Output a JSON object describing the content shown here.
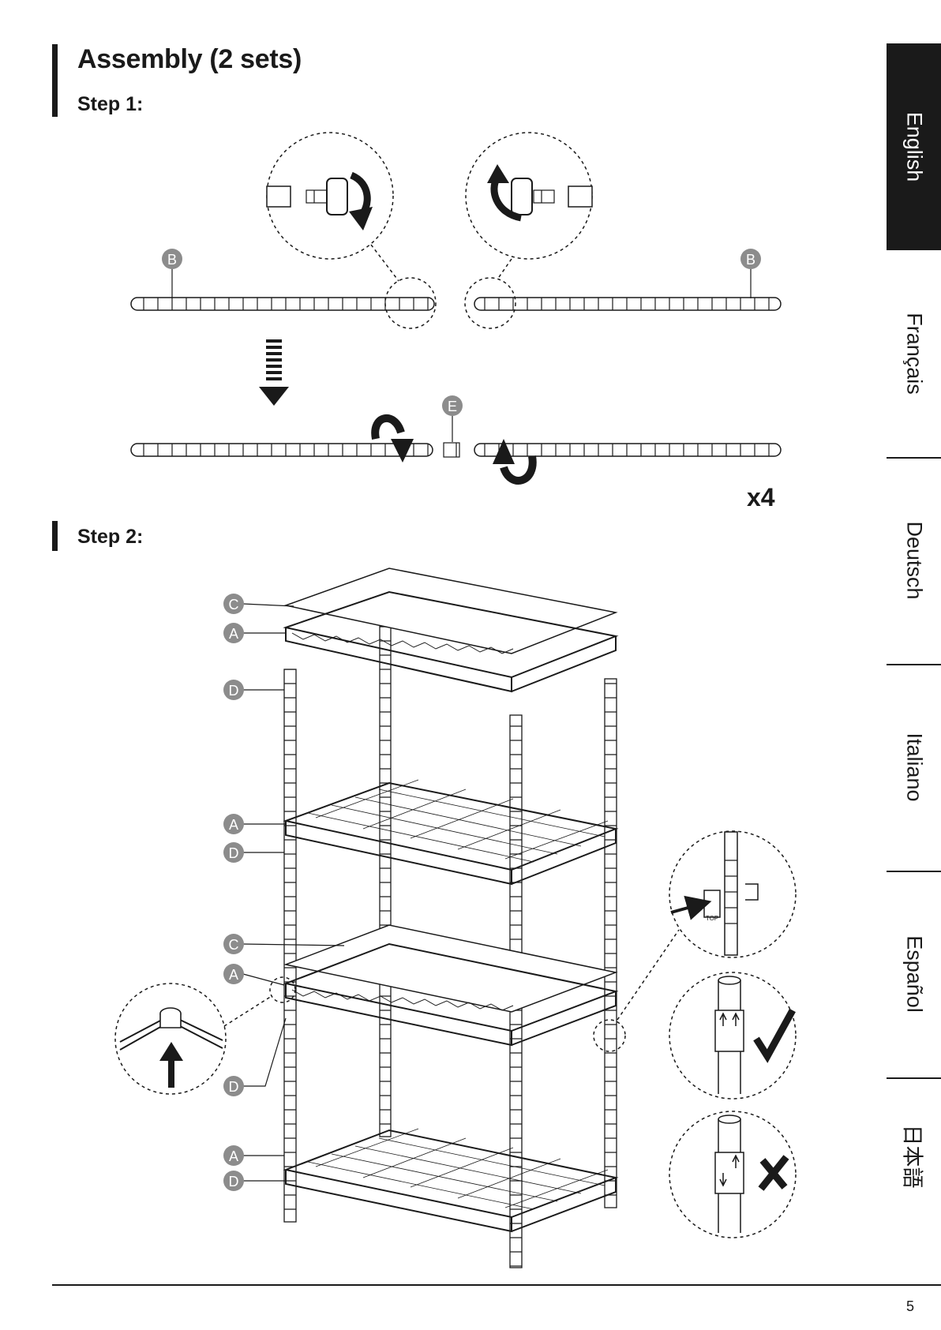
{
  "page": {
    "title": "Assembly (2 sets)",
    "step1_label": "Step 1:",
    "step2_label": "Step 2:",
    "quantity": "x4",
    "page_number": "5"
  },
  "languages": [
    {
      "label": "English",
      "active": true
    },
    {
      "label": "Français",
      "active": false
    },
    {
      "label": "Deutsch",
      "active": false
    },
    {
      "label": "Italiano",
      "active": false
    },
    {
      "label": "Español",
      "active": false
    },
    {
      "label": "日本語",
      "active": false
    }
  ],
  "parts": {
    "A": "A",
    "B": "B",
    "C": "C",
    "D": "D",
    "E": "E"
  },
  "clip_text": "TOP",
  "colors": {
    "ink": "#1a1a1a",
    "callout_fill": "#8c8c8c",
    "tab_active": "#1a1a1a"
  },
  "icons": [
    "rotate-arrow-icon",
    "down-arrow-icon",
    "up-arrow-icon",
    "check-icon",
    "cross-icon"
  ]
}
